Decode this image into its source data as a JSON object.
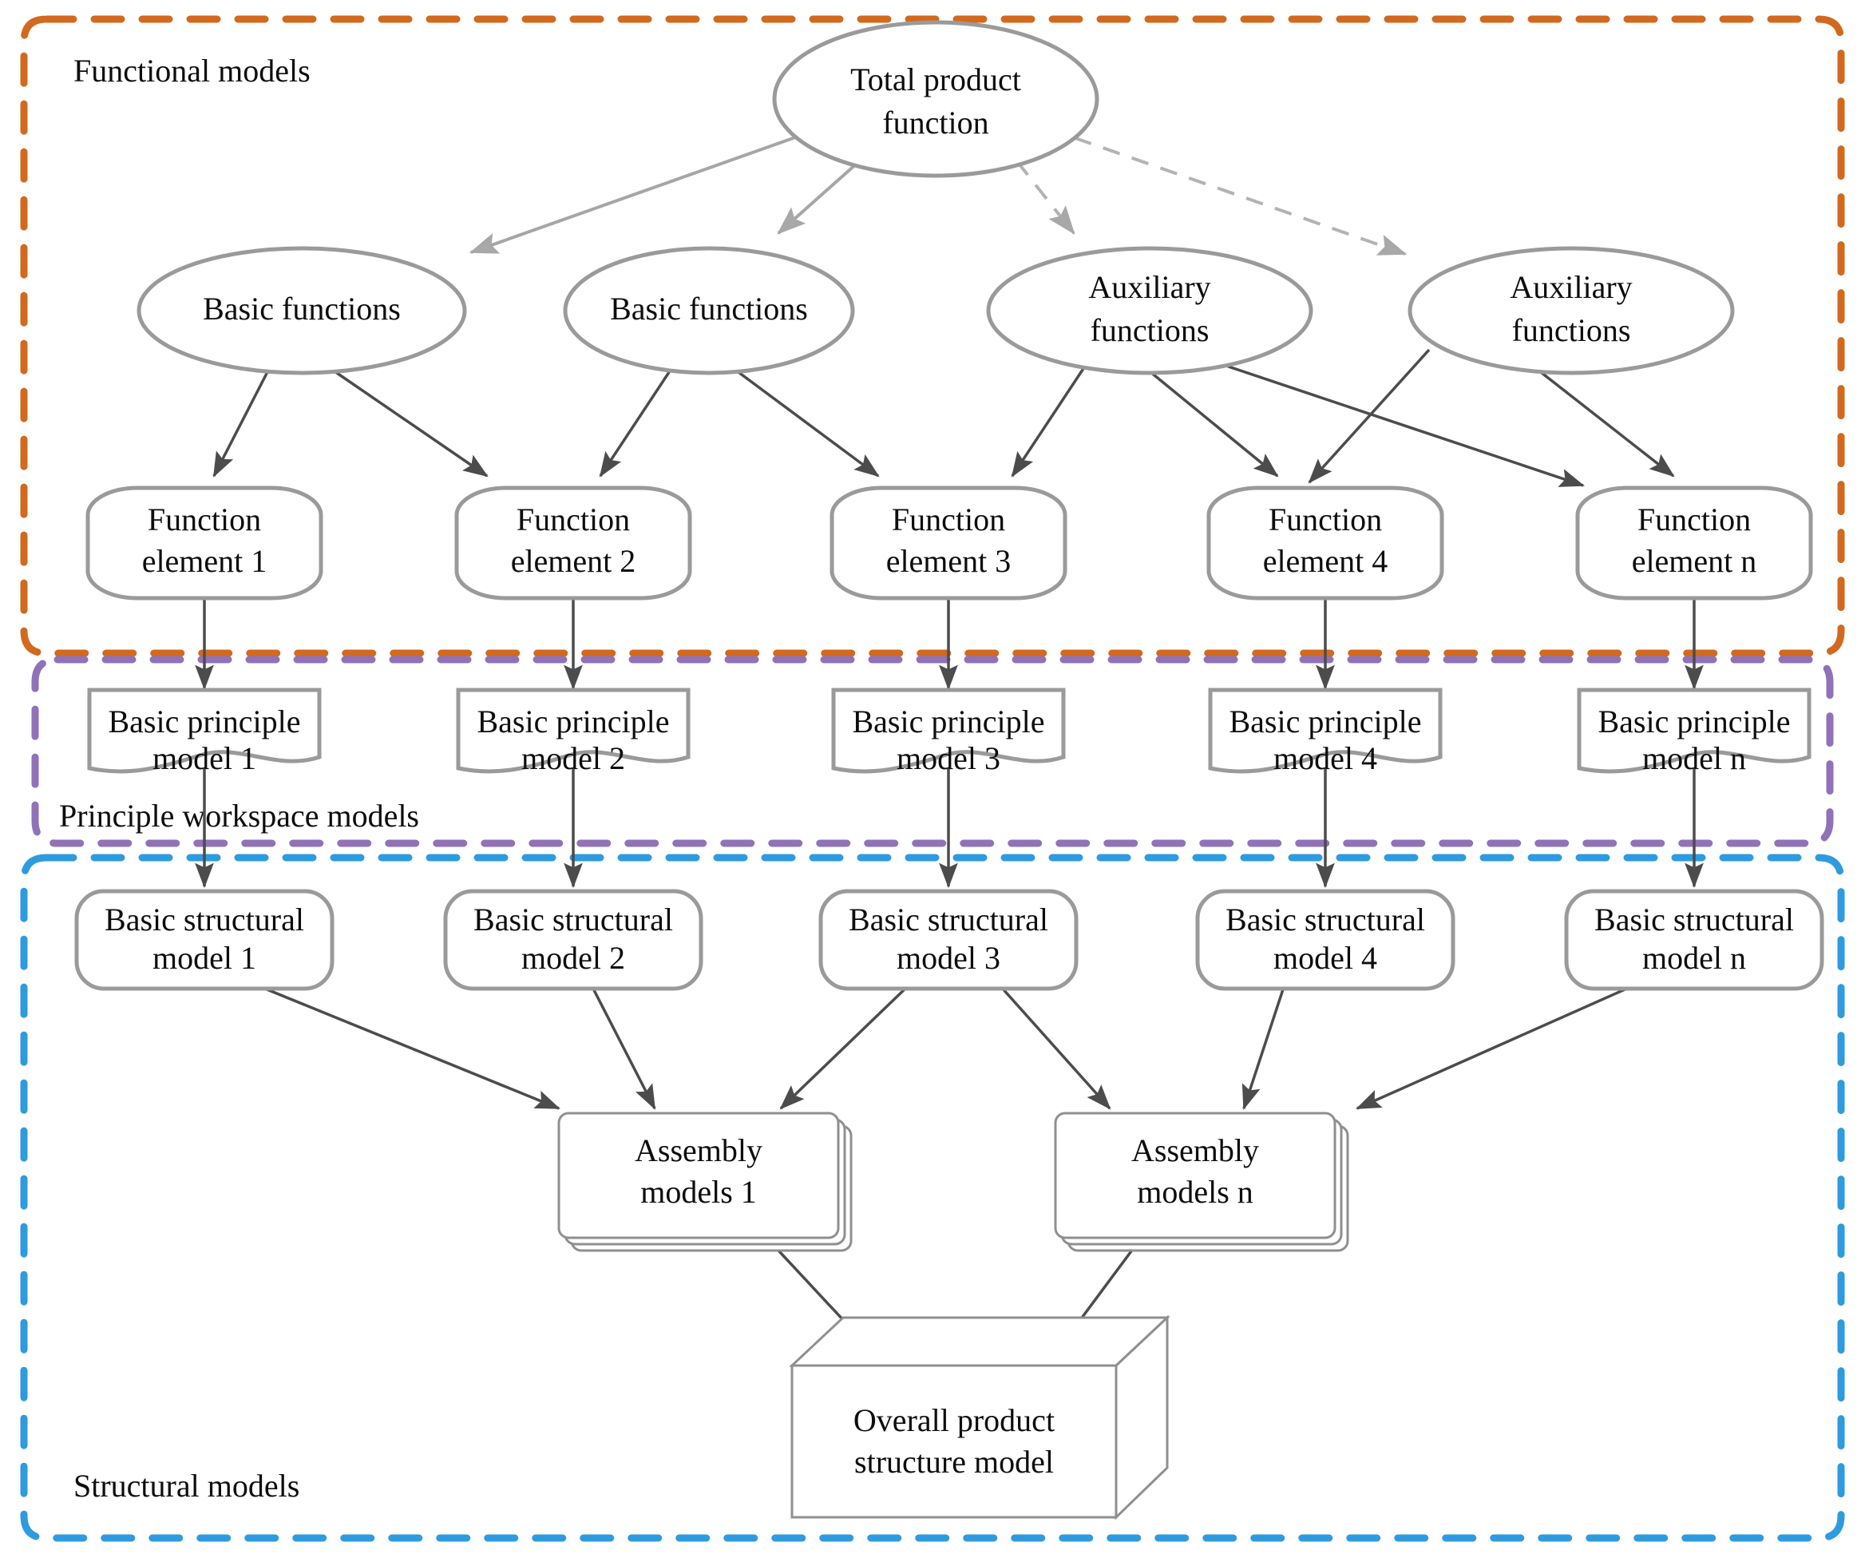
{
  "figure": {
    "title": "Product model hierarchy diagram",
    "background": "#ffffff"
  },
  "groups": [
    {
      "id": "functional",
      "label": "Functional models",
      "color": "#d2691e",
      "label_pos": "top-left"
    },
    {
      "id": "principle",
      "label": "Principle workspace models",
      "color": "#8f72b8",
      "label_pos": "bottom-left"
    },
    {
      "id": "structural",
      "label": "Structural models",
      "color": "#2e9be0",
      "label_pos": "bottom-left"
    }
  ],
  "nodes": {
    "root": {
      "label_line1": "Total product",
      "label_line2": "function",
      "shape": "ellipse"
    },
    "functions": [
      {
        "id": "bf1",
        "label_line1": "Basic functions",
        "label_line2": "",
        "shape": "ellipse"
      },
      {
        "id": "bf2",
        "label_line1": "Basic functions",
        "label_line2": "",
        "shape": "ellipse"
      },
      {
        "id": "af1",
        "label_line1": "Auxiliary",
        "label_line2": "functions",
        "shape": "ellipse"
      },
      {
        "id": "af2",
        "label_line1": "Auxiliary",
        "label_line2": "functions",
        "shape": "ellipse"
      }
    ],
    "function_elements": [
      {
        "id": "fe1",
        "label_line1": "Function",
        "label_line2": "element 1",
        "shape": "rounded-capsule"
      },
      {
        "id": "fe2",
        "label_line1": "Function",
        "label_line2": "element 2",
        "shape": "rounded-capsule"
      },
      {
        "id": "fe3",
        "label_line1": "Function",
        "label_line2": "element 3",
        "shape": "rounded-capsule"
      },
      {
        "id": "fe4",
        "label_line1": "Function",
        "label_line2": "element 4",
        "shape": "rounded-capsule"
      },
      {
        "id": "fen",
        "label_line1": "Function",
        "label_line2": "element n",
        "shape": "rounded-capsule"
      }
    ],
    "principle_models": [
      {
        "id": "bpm1",
        "label_line1": "Basic principle",
        "label_line2": "model 1",
        "shape": "document"
      },
      {
        "id": "bpm2",
        "label_line1": "Basic principle",
        "label_line2": "model 2",
        "shape": "document"
      },
      {
        "id": "bpm3",
        "label_line1": "Basic principle",
        "label_line2": "model 3",
        "shape": "document"
      },
      {
        "id": "bpm4",
        "label_line1": "Basic principle",
        "label_line2": "model 4",
        "shape": "document"
      },
      {
        "id": "bpmn",
        "label_line1": "Basic principle",
        "label_line2": "model n",
        "shape": "document"
      }
    ],
    "structural_models": [
      {
        "id": "bsm1",
        "label_line1": "Basic structural",
        "label_line2": "model 1",
        "shape": "rounded-rect"
      },
      {
        "id": "bsm2",
        "label_line1": "Basic structural",
        "label_line2": "model 2",
        "shape": "rounded-rect"
      },
      {
        "id": "bsm3",
        "label_line1": "Basic structural",
        "label_line2": "model 3",
        "shape": "rounded-rect"
      },
      {
        "id": "bsm4",
        "label_line1": "Basic structural",
        "label_line2": "model 4",
        "shape": "rounded-rect"
      },
      {
        "id": "bsmn",
        "label_line1": "Basic structural",
        "label_line2": "model n",
        "shape": "rounded-rect"
      }
    ],
    "assembly_models": [
      {
        "id": "am1",
        "label_line1": "Assembly",
        "label_line2": "models 1",
        "shape": "stacked-cards"
      },
      {
        "id": "amn",
        "label_line1": "Assembly",
        "label_line2": "models n",
        "shape": "stacked-cards"
      }
    ],
    "overall": {
      "label_line1": "Overall product",
      "label_line2": "structure model",
      "shape": "cube-3d"
    }
  },
  "edges": [
    {
      "from": "root",
      "to": "bf1",
      "style": "solid-light"
    },
    {
      "from": "root",
      "to": "bf2",
      "style": "solid-light"
    },
    {
      "from": "root",
      "to": "af1",
      "style": "dashed-light"
    },
    {
      "from": "root",
      "to": "af2",
      "style": "dashed-light"
    },
    {
      "from": "bf1",
      "to": "fe1",
      "style": "solid"
    },
    {
      "from": "bf1",
      "to": "fe2",
      "style": "solid"
    },
    {
      "from": "bf2",
      "to": "fe2",
      "style": "solid"
    },
    {
      "from": "bf2",
      "to": "fe3",
      "style": "solid"
    },
    {
      "from": "af1",
      "to": "fe3",
      "style": "solid"
    },
    {
      "from": "af1",
      "to": "fe4",
      "style": "solid"
    },
    {
      "from": "af1",
      "to": "fen",
      "style": "solid"
    },
    {
      "from": "af2",
      "to": "fe4",
      "style": "solid"
    },
    {
      "from": "af2",
      "to": "fen",
      "style": "solid"
    },
    {
      "from": "fe1",
      "to": "bpm1",
      "style": "solid"
    },
    {
      "from": "fe2",
      "to": "bpm2",
      "style": "solid"
    },
    {
      "from": "fe3",
      "to": "bpm3",
      "style": "solid"
    },
    {
      "from": "fe4",
      "to": "bpm4",
      "style": "solid"
    },
    {
      "from": "fen",
      "to": "bpmn",
      "style": "solid"
    },
    {
      "from": "bpm1",
      "to": "bsm1",
      "style": "solid"
    },
    {
      "from": "bpm2",
      "to": "bsm2",
      "style": "solid"
    },
    {
      "from": "bpm3",
      "to": "bsm3",
      "style": "solid"
    },
    {
      "from": "bpm4",
      "to": "bsm4",
      "style": "solid"
    },
    {
      "from": "bpmn",
      "to": "bsmn",
      "style": "solid"
    },
    {
      "from": "bsm1",
      "to": "am1",
      "style": "solid"
    },
    {
      "from": "bsm2",
      "to": "am1",
      "style": "solid"
    },
    {
      "from": "bsm3",
      "to": "am1",
      "style": "solid"
    },
    {
      "from": "bsm3",
      "to": "amn",
      "style": "solid"
    },
    {
      "from": "bsm4",
      "to": "amn",
      "style": "solid"
    },
    {
      "from": "bsmn",
      "to": "amn",
      "style": "solid"
    },
    {
      "from": "am1",
      "to": "overall",
      "style": "solid"
    },
    {
      "from": "amn",
      "to": "overall",
      "style": "solid"
    }
  ]
}
